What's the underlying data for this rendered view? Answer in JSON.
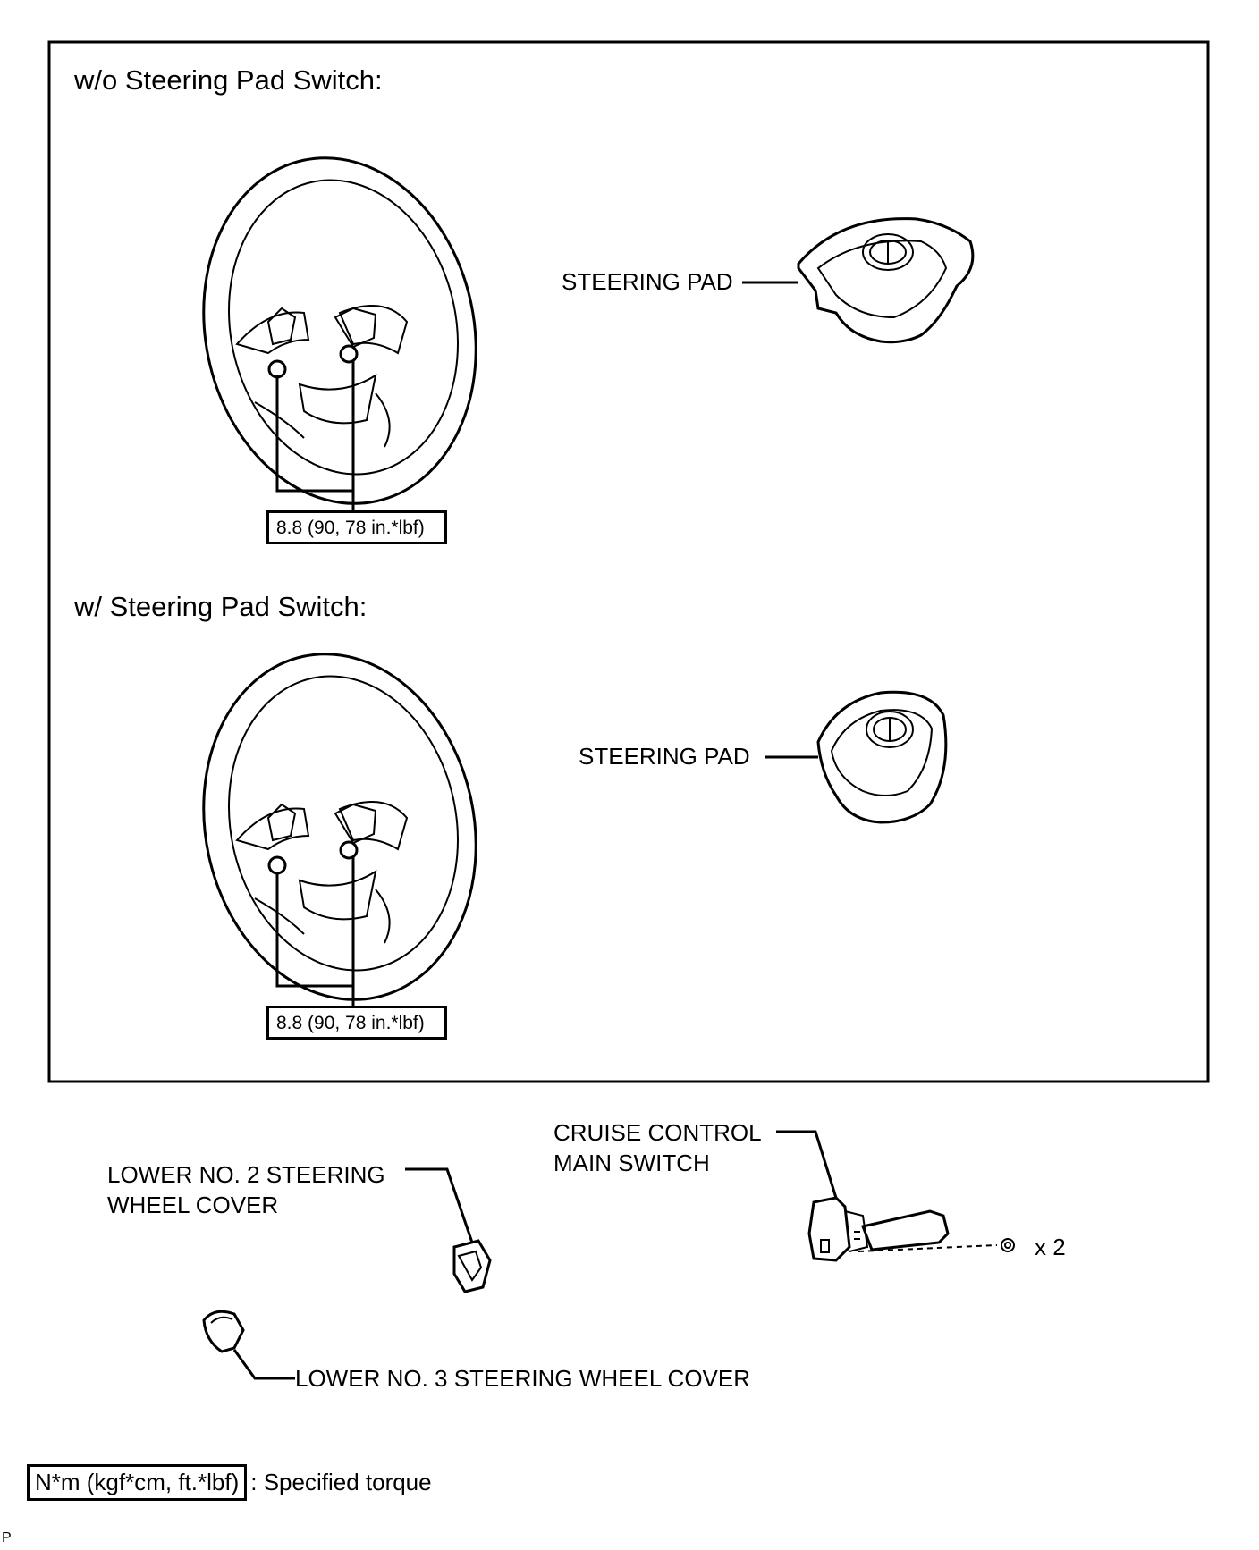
{
  "sections": [
    {
      "title": "w/o Steering Pad Switch:",
      "pad_label": "STEERING PAD",
      "torque": "8.8 (90, 78 in.*lbf)"
    },
    {
      "title": "w/ Steering Pad Switch:",
      "pad_label": "STEERING PAD",
      "torque": "8.8 (90, 78 in.*lbf)"
    }
  ],
  "parts": {
    "cruise_control": [
      "CRUISE CONTROL",
      "MAIN SWITCH"
    ],
    "lower_no2_cover": [
      "LOWER NO. 2 STEERING",
      "WHEEL COVER"
    ],
    "lower_no3_cover": "LOWER NO. 3 STEERING WHEEL COVER",
    "screw_qty": "x 2"
  },
  "legend": {
    "box_text": "N*m (kgf*cm, ft.*lbf)",
    "description": ": Specified torque"
  },
  "corner_mark": "P"
}
